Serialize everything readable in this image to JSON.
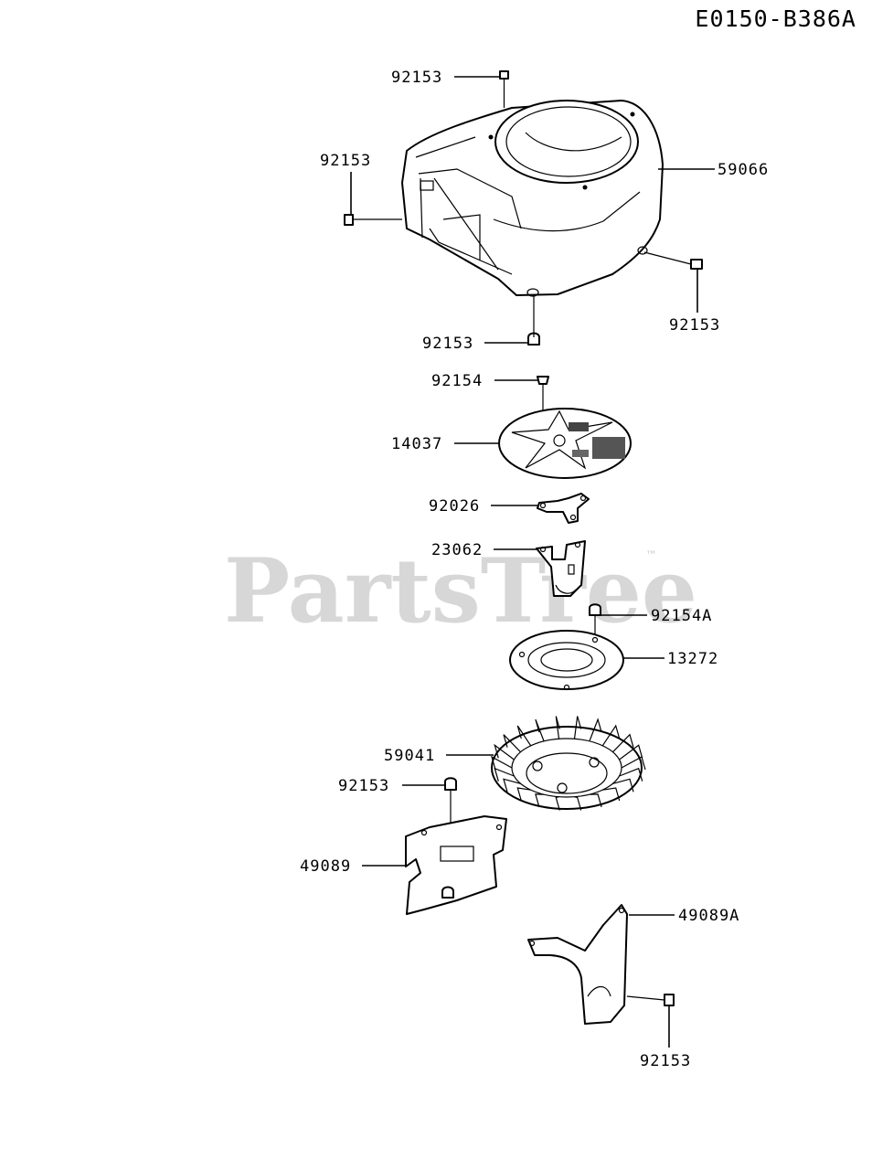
{
  "diagram_code": "E0150-B386A",
  "watermark": "PartsTree",
  "watermark_tm": "™",
  "callouts": {
    "c_92153_top": "92153",
    "c_92153_left": "92153",
    "c_59066": "59066",
    "c_92153_right": "92153",
    "c_92153_bottom": "92153",
    "c_92154": "92154",
    "c_14037": "14037",
    "c_92026": "92026",
    "c_23062": "23062",
    "c_92154A": "92154A",
    "c_13272": "13272",
    "c_59041": "59041",
    "c_92153_shroud": "92153",
    "c_49089": "49089",
    "c_49089A": "49089A",
    "c_92153_lower": "92153"
  }
}
